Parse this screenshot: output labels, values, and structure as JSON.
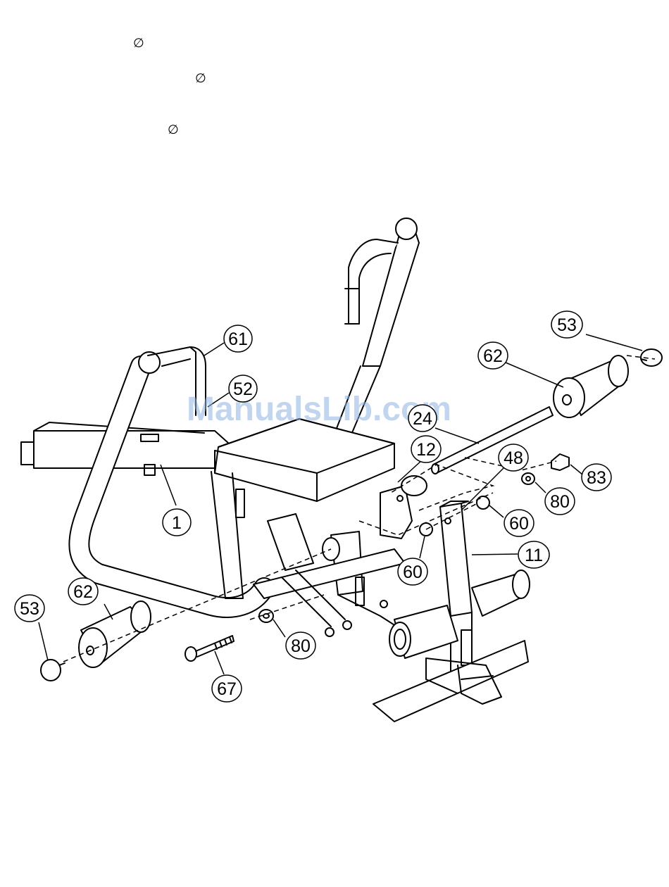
{
  "header_marks": {
    "diameter_symbol_1": "∅",
    "diameter_symbol_2": "∅",
    "diameter_symbol_3": "∅"
  },
  "watermark": "ManualsLib.com",
  "callouts": {
    "p61": "61",
    "p52": "52",
    "p1": "1",
    "p53_right": "53",
    "p62_right": "62",
    "p24": "24",
    "p12": "12",
    "p48": "48",
    "p83": "83",
    "p80_right": "80",
    "p60_upper": "60",
    "p60_lower": "60",
    "p11": "11",
    "p62_left": "62",
    "p53_left": "53",
    "p80_lower": "80",
    "p67": "67"
  }
}
